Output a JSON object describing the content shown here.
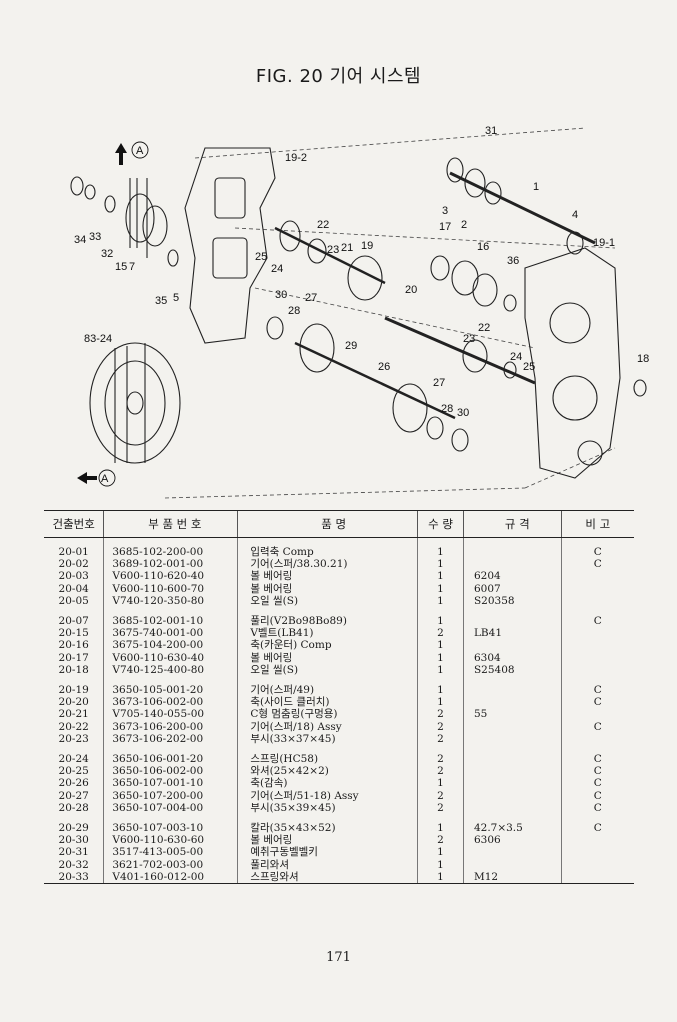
{
  "title": "FIG. 20 기어 시스템",
  "diagram": {
    "callouts": [
      "31",
      "19-2",
      "A",
      "1",
      "3",
      "2",
      "4",
      "19-1",
      "17",
      "22",
      "16",
      "23",
      "21",
      "19",
      "36",
      "34",
      "33",
      "32",
      "15",
      "7",
      "25",
      "24",
      "35",
      "5",
      "20",
      "30",
      "27",
      "28",
      "83-24",
      "29",
      "26",
      "22",
      "23",
      "24",
      "25",
      "18",
      "27",
      "28",
      "30",
      "A"
    ]
  },
  "table": {
    "headers": [
      "건출번호",
      "부 품 번 호",
      "품 명",
      "수 량",
      "규 격",
      "비 고"
    ],
    "groups": [
      [
        {
          "no": "20-01",
          "part": "3685-102-200-00",
          "name": "입력축 Comp",
          "qty": "1",
          "spec": "",
          "remark": "C"
        },
        {
          "no": "20-02",
          "part": "3689-102-001-00",
          "name": "기어(스퍼/38.30.21)",
          "qty": "1",
          "spec": "",
          "remark": "C"
        },
        {
          "no": "20-03",
          "part": "V600-110-620-40",
          "name": "볼 베어링",
          "qty": "1",
          "spec": "6204",
          "remark": ""
        },
        {
          "no": "20-04",
          "part": "V600-110-600-70",
          "name": "볼 베어링",
          "qty": "1",
          "spec": "6007",
          "remark": ""
        },
        {
          "no": "20-05",
          "part": "V740-120-350-80",
          "name": "오일 씰(S)",
          "qty": "1",
          "spec": "S20358",
          "remark": ""
        }
      ],
      [
        {
          "no": "20-07",
          "part": "3685-102-001-10",
          "name": "풀리(V2Bo98Bo89)",
          "qty": "1",
          "spec": "",
          "remark": "C"
        },
        {
          "no": "20-15",
          "part": "3675-740-001-00",
          "name": "V벨트(LB41)",
          "qty": "2",
          "spec": "LB41",
          "remark": ""
        },
        {
          "no": "20-16",
          "part": "3675-104-200-00",
          "name": "축(카운터) Comp",
          "qty": "1",
          "spec": "",
          "remark": ""
        },
        {
          "no": "20-17",
          "part": "V600-110-630-40",
          "name": "볼 베어링",
          "qty": "1",
          "spec": "6304",
          "remark": ""
        },
        {
          "no": "20-18",
          "part": "V740-125-400-80",
          "name": "오일 씰(S)",
          "qty": "1",
          "spec": "S25408",
          "remark": ""
        }
      ],
      [
        {
          "no": "20-19",
          "part": "3650-105-001-20",
          "name": "기어(스퍼/49)",
          "qty": "1",
          "spec": "",
          "remark": "C"
        },
        {
          "no": "20-20",
          "part": "3673-106-002-00",
          "name": "축(사이드 클러치)",
          "qty": "1",
          "spec": "",
          "remark": "C"
        },
        {
          "no": "20-21",
          "part": "V705-140-055-00",
          "name": "C형 멈춤링(구멍용)",
          "qty": "2",
          "spec": "55",
          "remark": ""
        },
        {
          "no": "20-22",
          "part": "3673-106-200-00",
          "name": "기어(스퍼/18) Assy",
          "qty": "2",
          "spec": "",
          "remark": "C"
        },
        {
          "no": "20-23",
          "part": "3673-106-202-00",
          "name": "부시(33×37×45)",
          "qty": "2",
          "spec": "",
          "remark": ""
        }
      ],
      [
        {
          "no": "20-24",
          "part": "3650-106-001-20",
          "name": "스프링(HC58)",
          "qty": "2",
          "spec": "",
          "remark": "C"
        },
        {
          "no": "20-25",
          "part": "3650-106-002-00",
          "name": "와셔(25×42×2)",
          "qty": "2",
          "spec": "",
          "remark": "C"
        },
        {
          "no": "20-26",
          "part": "3650-107-001-10",
          "name": "축(감속)",
          "qty": "1",
          "spec": "",
          "remark": "C"
        },
        {
          "no": "20-27",
          "part": "3650-107-200-00",
          "name": "기어(스퍼/51-18) Assy",
          "qty": "2",
          "spec": "",
          "remark": "C"
        },
        {
          "no": "20-28",
          "part": "3650-107-004-00",
          "name": "부시(35×39×45)",
          "qty": "2",
          "spec": "",
          "remark": "C"
        }
      ],
      [
        {
          "no": "20-29",
          "part": "3650-107-003-10",
          "name": "칼라(35×43×52)",
          "qty": "1",
          "spec": "42.7×3.5",
          "remark": "C"
        },
        {
          "no": "20-30",
          "part": "V600-110-630-60",
          "name": "볼 베어링",
          "qty": "2",
          "spec": "6306",
          "remark": ""
        },
        {
          "no": "20-31",
          "part": "3517-413-005-00",
          "name": "예취구동벨벨키",
          "qty": "1",
          "spec": "",
          "remark": ""
        },
        {
          "no": "20-32",
          "part": "3621-702-003-00",
          "name": "풀리와셔",
          "qty": "1",
          "spec": "",
          "remark": ""
        },
        {
          "no": "20-33",
          "part": "V401-160-012-00",
          "name": "스프링와셔",
          "qty": "1",
          "spec": "M12",
          "remark": ""
        }
      ]
    ]
  },
  "page_number": "171"
}
